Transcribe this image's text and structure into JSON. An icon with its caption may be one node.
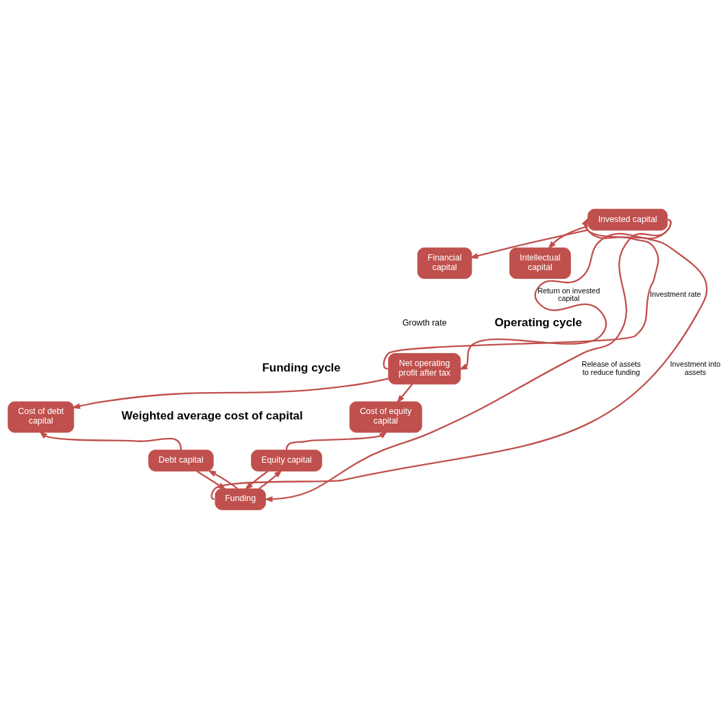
{
  "diagram": {
    "nodes": [
      {
        "text": [
          "Invested capital"
        ]
      },
      {
        "text": [
          "Financial capital"
        ]
      },
      {
        "text": [
          "Intellectual capital"
        ]
      },
      {
        "text": [
          "Net operating profit after tax"
        ],
        "beside": [
          "Growth rate"
        ]
      },
      {
        "text": [
          "Cost of debt capital"
        ]
      },
      {
        "text": [
          "Cost of equity capital"
        ]
      },
      {
        "text": [
          "Debt capital"
        ]
      },
      {
        "text": [
          "Equity capital"
        ]
      },
      {
        "text": [
          "Funding"
        ]
      }
    ],
    "edges": [
      {
        "from": 0,
        "to": 1,
        "arrow": "to"
      },
      {
        "from": 0,
        "to": 2,
        "arrow": "to"
      },
      {
        "from": 3,
        "to": 0,
        "arrow": "to",
        "label": "Investment rate"
      },
      {
        "from": 0,
        "to": 3,
        "arrow": "to",
        "label": "Return on invested capital"
      },
      {
        "from": 3,
        "to": 4,
        "arrow": "to"
      },
      {
        "from": 3,
        "to": 5,
        "arrow": "to"
      },
      {
        "from": 6,
        "to": 4,
        "arrow": "to"
      },
      {
        "from": 7,
        "to": 5,
        "arrow": "to"
      },
      {
        "from": 6,
        "to": 8,
        "arrow": "to"
      },
      {
        "from": 7,
        "to": 8,
        "arrow": "to"
      },
      {
        "from": 8,
        "to": 6,
        "arrow": "to"
      },
      {
        "from": 8,
        "to": 7,
        "arrow": "to"
      },
      {
        "from": 8,
        "to": 0,
        "arrow": "to",
        "label": "Investment into assets"
      },
      {
        "from": 0,
        "to": 8,
        "arrow": "to",
        "label": "Release of assets to reduce funding"
      }
    ],
    "labels": [
      "Operating cycle",
      "Funding cycle",
      "Weighted average cost of capital"
    ]
  }
}
